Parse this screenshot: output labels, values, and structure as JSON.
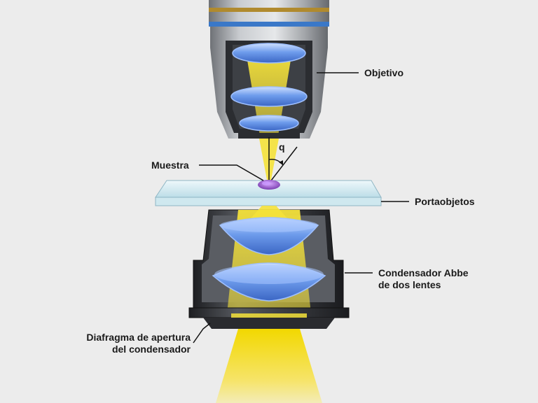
{
  "labels": {
    "objective": "Objetivo",
    "sample": "Muestra",
    "slide": "Portaobjetos",
    "condenser_line1": "Condensador Abbe",
    "condenser_line2": "de dos lentes",
    "diaphragm_line1": "Diafragma de apertura",
    "diaphragm_line2": "del condensador"
  },
  "angle_symbol": "q",
  "colors": {
    "background": "#ececec",
    "light_beam": "#f2d800",
    "lens": "#5f8fe0",
    "metal": "#8a8d92",
    "metal_dark": "#2f3136",
    "ring_gold": "#b08a2e",
    "ring_blue": "#3a78c8",
    "slide_glass": "#dbeef4",
    "specimen": "#9a5fd0"
  }
}
